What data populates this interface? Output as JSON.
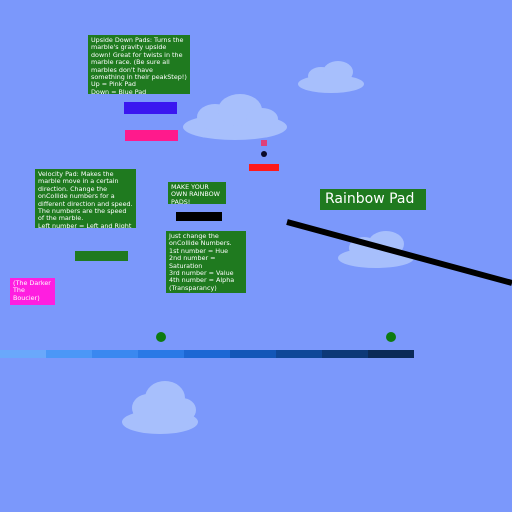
{
  "notes": {
    "upside_down": "Upside Down Pads: Turns the marble's gravity upside down! Great for twists in the marble race. (Be sure all marbles don't have something in their peakStep!)\nUp = Pink Pad\nDown = Blue Pad",
    "velocity": "Velocity Pad: Makes the marble move in a certain direction. Change the onCollide numbers for a different direction and speed. The numbers are the speed of the marble.\nLeft number = Left and Right\nRight number = Up and down.",
    "make_rainbow": "MAKE YOUR OWN RAINBOW PADS!",
    "change_numbers": "Just change the onCollide Numbers.\n1st number = Hue\n2nd number = Saturation\n3rd number = Value\n4th number = Alpha (Transparancy)",
    "bouncer": "(The Darker The Boucier)",
    "rainbow_pad": "Rainbow Pad"
  },
  "colors": {
    "sky": "#7b98fb",
    "note_bg": "#1f7a1f",
    "blue_pad": "#3a17f0",
    "pink_pad": "#ff1a8c",
    "red_pad": "#ff1a1a",
    "black_pad": "#000000",
    "green_pad": "#1f7a1f",
    "bouncer_bg": "#ff1ee0",
    "marble": "#0d7a10"
  },
  "track_colors": [
    "#6aa8fb",
    "#4b97f7",
    "#3a88f0",
    "#2a79e6",
    "#1c67d4",
    "#1356b8",
    "#0f4799",
    "#0c3878",
    "#0a2a58"
  ]
}
